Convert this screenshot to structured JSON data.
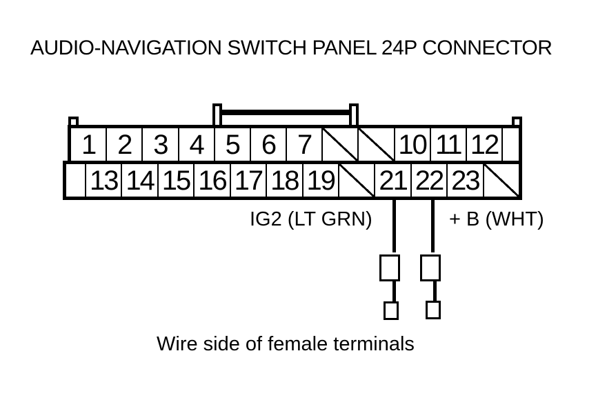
{
  "title": "AUDIO-NAVIGATION SWITCH PANEL 24P CONNECTOR",
  "caption": "Wire side of female terminals",
  "connector": {
    "name": "Audio-navigation switch panel 24P connector",
    "rows": {
      "top": [
        "1",
        "2",
        "3",
        "4",
        "5",
        "6",
        "7",
        "",
        "",
        "10",
        "11",
        "12"
      ],
      "bottom": [
        "",
        "13",
        "14",
        "15",
        "16",
        "17",
        "18",
        "19",
        "",
        "21",
        "22",
        "23",
        ""
      ]
    },
    "blocked_pin_positions": [
      "8",
      "9",
      "20",
      "24"
    ]
  },
  "wires": [
    {
      "pin": "21",
      "label": "IG2 (LT GRN)"
    },
    {
      "pin": "22",
      "label": "+ B (WHT)"
    }
  ],
  "colors": {
    "line": "#000000",
    "background": "#ffffff"
  }
}
